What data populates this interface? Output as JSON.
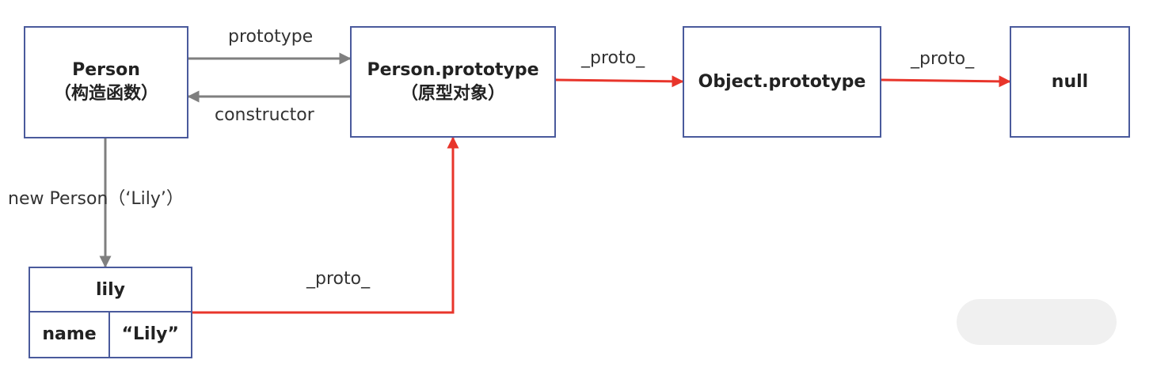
{
  "nodes": {
    "person": {
      "title": "Person",
      "subtitle": "（构造函数）"
    },
    "person_prototype": {
      "title": "Person.prototype",
      "subtitle": "（原型对象）"
    },
    "object_prototype": {
      "title": "Object.prototype"
    },
    "null_node": {
      "title": "null"
    },
    "lily": {
      "title": "lily",
      "field_name": "name",
      "field_value": "“Lily”"
    }
  },
  "edges": {
    "prototype": "prototype",
    "constructor": "constructor",
    "new_person": "new Person（‘Lily’）",
    "proto_lily": "_proto_",
    "proto_person_prototype": "_proto_",
    "proto_object_prototype": "_proto_"
  },
  "colors": {
    "box_border": "#4a5a9c",
    "gray_arrow": "#7f7f7f",
    "red_arrow": "#e8352b",
    "text": "#222222"
  }
}
